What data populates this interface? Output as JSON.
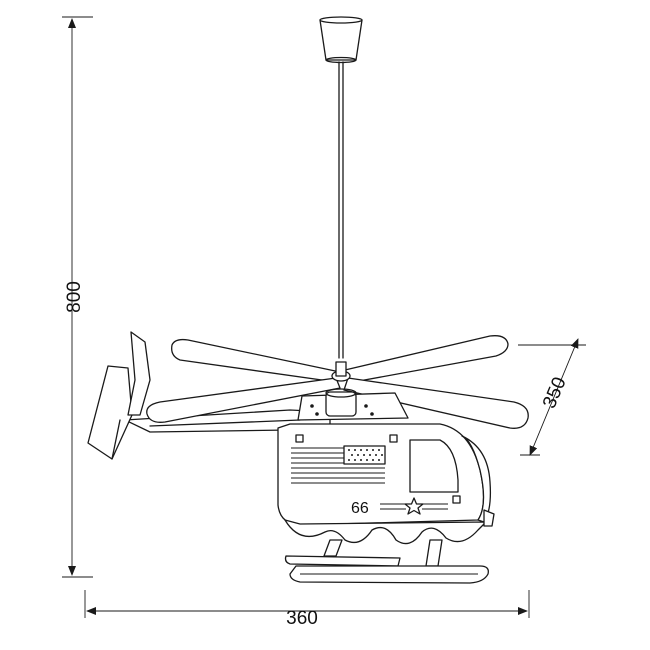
{
  "dimensions": {
    "height": "800",
    "width": "360",
    "depth": "350"
  },
  "fuselage_number": "66"
}
